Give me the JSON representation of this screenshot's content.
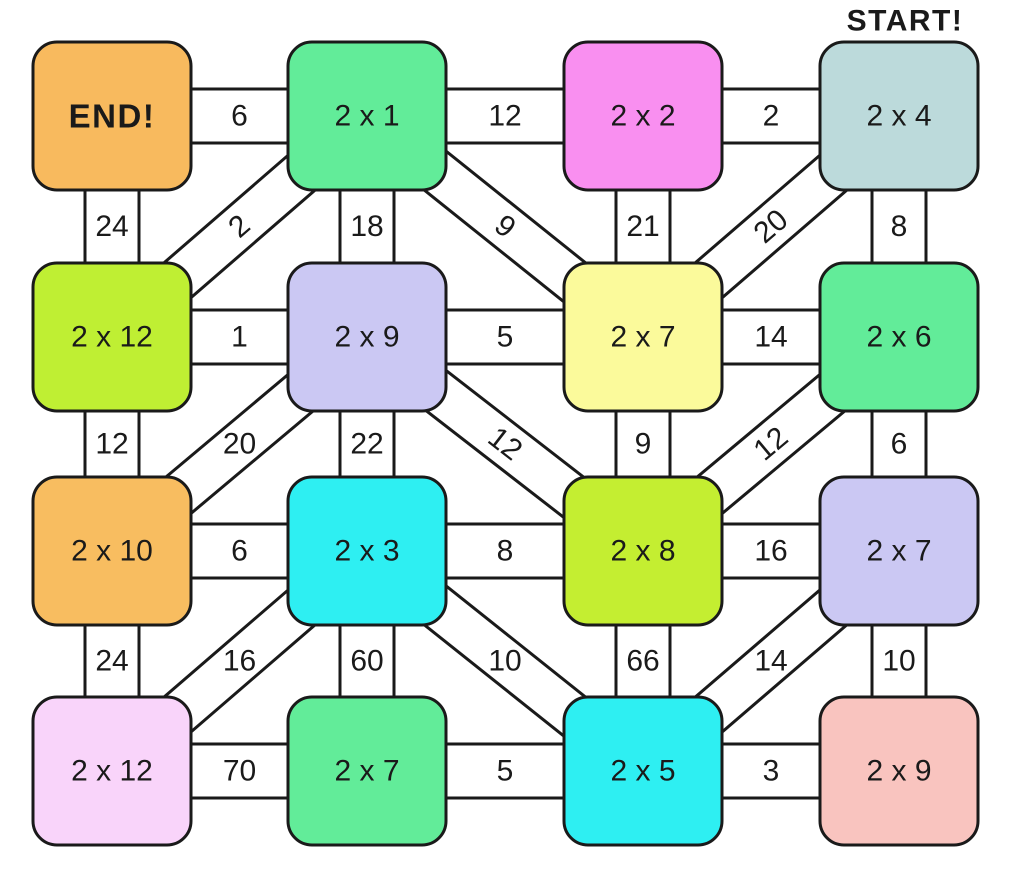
{
  "page": {
    "background": "#ffffff",
    "ink": "#1a1a1a",
    "marker_color": "#7030a0"
  },
  "markers": {
    "start_label": "START!",
    "end_label": "END!"
  },
  "boxes": [
    {
      "id": "end",
      "row": 0,
      "col": 0,
      "label": "END!",
      "color": "#f8ba5e",
      "is_marker": true
    },
    {
      "id": "2x1",
      "row": 0,
      "col": 1,
      "label": "2 x 1",
      "color": "#62ec99"
    },
    {
      "id": "2x2",
      "row": 0,
      "col": 2,
      "label": "2 x 2",
      "color": "#f98ff0"
    },
    {
      "id": "2x4",
      "row": 0,
      "col": 3,
      "label": "2 x 4",
      "color": "#bcdadb",
      "has_start_marker": true
    },
    {
      "id": "2x12-a",
      "row": 1,
      "col": 0,
      "label": "2 x 12",
      "color": "#bfef33"
    },
    {
      "id": "2x9-a",
      "row": 1,
      "col": 1,
      "label": "2 x 9",
      "color": "#cbc8f3"
    },
    {
      "id": "2x7-a",
      "row": 1,
      "col": 2,
      "label": "2 x 7",
      "color": "#fbfa9b"
    },
    {
      "id": "2x6",
      "row": 1,
      "col": 3,
      "label": "2 x 6",
      "color": "#62ec99"
    },
    {
      "id": "2x10",
      "row": 2,
      "col": 0,
      "label": "2 x 10",
      "color": "#f8bd60"
    },
    {
      "id": "2x3",
      "row": 2,
      "col": 1,
      "label": "2 x 3",
      "color": "#2eeff2"
    },
    {
      "id": "2x8",
      "row": 2,
      "col": 2,
      "label": "2 x 8",
      "color": "#c4ee31"
    },
    {
      "id": "2x7-b",
      "row": 2,
      "col": 3,
      "label": "2 x 7",
      "color": "#cbc8f3"
    },
    {
      "id": "2x12-b",
      "row": 3,
      "col": 0,
      "label": "2 x 12",
      "color": "#f9d4fa"
    },
    {
      "id": "2x7-c",
      "row": 3,
      "col": 1,
      "label": "2 x 7",
      "color": "#62ec99"
    },
    {
      "id": "2x5",
      "row": 3,
      "col": 2,
      "label": "2 x 5",
      "color": "#2eeff2"
    },
    {
      "id": "2x9-b",
      "row": 3,
      "col": 3,
      "label": "2 x 9",
      "color": "#f9c4bf"
    }
  ],
  "edges": [
    {
      "from": [
        0,
        0
      ],
      "to": [
        1,
        0
      ],
      "label": "6",
      "rotated": false
    },
    {
      "from": [
        1,
        0
      ],
      "to": [
        2,
        0
      ],
      "label": "12",
      "rotated": false
    },
    {
      "from": [
        2,
        0
      ],
      "to": [
        3,
        0
      ],
      "label": "2",
      "rotated": false
    },
    {
      "from": [
        0,
        0
      ],
      "to": [
        0,
        1
      ],
      "label": "24",
      "rotated": false
    },
    {
      "from": [
        1,
        0
      ],
      "to": [
        1,
        1
      ],
      "label": "18",
      "rotated": false
    },
    {
      "from": [
        2,
        0
      ],
      "to": [
        2,
        1
      ],
      "label": "21",
      "rotated": false
    },
    {
      "from": [
        3,
        0
      ],
      "to": [
        3,
        1
      ],
      "label": "8",
      "rotated": false
    },
    {
      "from": [
        1,
        0
      ],
      "to": [
        0,
        1
      ],
      "label": "2",
      "rotated": true
    },
    {
      "from": [
        1,
        0
      ],
      "to": [
        2,
        1
      ],
      "label": "9",
      "rotated": true
    },
    {
      "from": [
        3,
        0
      ],
      "to": [
        2,
        1
      ],
      "label": "20",
      "rotated": true
    },
    {
      "from": [
        0,
        1
      ],
      "to": [
        1,
        1
      ],
      "label": "1",
      "rotated": false
    },
    {
      "from": [
        1,
        1
      ],
      "to": [
        2,
        1
      ],
      "label": "5",
      "rotated": false
    },
    {
      "from": [
        2,
        1
      ],
      "to": [
        3,
        1
      ],
      "label": "14",
      "rotated": false
    },
    {
      "from": [
        0,
        1
      ],
      "to": [
        0,
        2
      ],
      "label": "12",
      "rotated": false
    },
    {
      "from": [
        1,
        1
      ],
      "to": [
        1,
        2
      ],
      "label": "22",
      "rotated": false
    },
    {
      "from": [
        2,
        1
      ],
      "to": [
        2,
        2
      ],
      "label": "9",
      "rotated": false
    },
    {
      "from": [
        3,
        1
      ],
      "to": [
        3,
        2
      ],
      "label": "6",
      "rotated": false
    },
    {
      "from": [
        1,
        1
      ],
      "to": [
        0,
        2
      ],
      "label": "20",
      "rotated": false
    },
    {
      "from": [
        1,
        1
      ],
      "to": [
        2,
        2
      ],
      "label": "12",
      "rotated": true
    },
    {
      "from": [
        3,
        1
      ],
      "to": [
        2,
        2
      ],
      "label": "12",
      "rotated": true
    },
    {
      "from": [
        0,
        2
      ],
      "to": [
        1,
        2
      ],
      "label": "6",
      "rotated": false
    },
    {
      "from": [
        1,
        2
      ],
      "to": [
        2,
        2
      ],
      "label": "8",
      "rotated": false
    },
    {
      "from": [
        2,
        2
      ],
      "to": [
        3,
        2
      ],
      "label": "16",
      "rotated": false
    },
    {
      "from": [
        0,
        2
      ],
      "to": [
        0,
        3
      ],
      "label": "24",
      "rotated": false
    },
    {
      "from": [
        1,
        2
      ],
      "to": [
        1,
        3
      ],
      "label": "60",
      "rotated": false
    },
    {
      "from": [
        2,
        2
      ],
      "to": [
        2,
        3
      ],
      "label": "66",
      "rotated": false
    },
    {
      "from": [
        3,
        2
      ],
      "to": [
        3,
        3
      ],
      "label": "10",
      "rotated": false
    },
    {
      "from": [
        1,
        2
      ],
      "to": [
        0,
        3
      ],
      "label": "16",
      "rotated": false
    },
    {
      "from": [
        1,
        2
      ],
      "to": [
        2,
        3
      ],
      "label": "10",
      "rotated": false
    },
    {
      "from": [
        3,
        2
      ],
      "to": [
        2,
        3
      ],
      "label": "14",
      "rotated": false
    },
    {
      "from": [
        0,
        3
      ],
      "to": [
        1,
        3
      ],
      "label": "70",
      "rotated": false
    },
    {
      "from": [
        1,
        3
      ],
      "to": [
        2,
        3
      ],
      "label": "5",
      "rotated": false
    },
    {
      "from": [
        2,
        3
      ],
      "to": [
        3,
        3
      ],
      "label": "3",
      "rotated": false
    }
  ]
}
